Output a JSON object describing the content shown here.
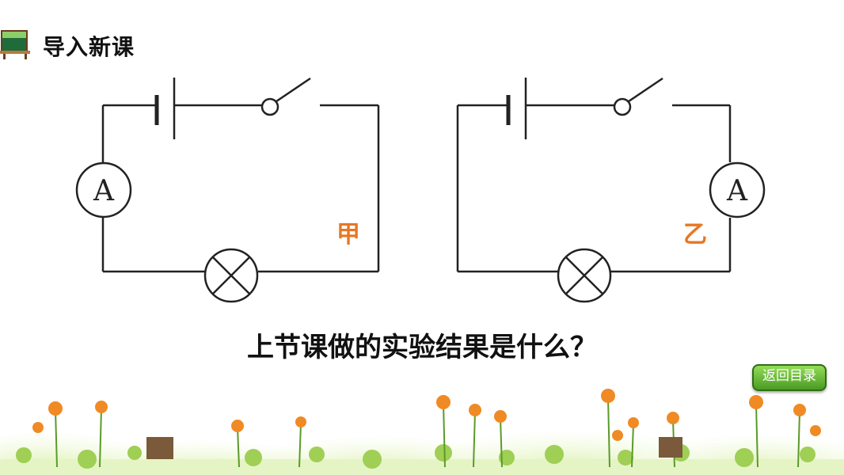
{
  "header": {
    "title": "导入新课"
  },
  "circuits": [
    {
      "id": "jia",
      "label": "甲",
      "ammeter_symbol": "A",
      "ammeter_position": "left"
    },
    {
      "id": "yi",
      "label": "乙",
      "ammeter_symbol": "A",
      "ammeter_position": "right"
    }
  ],
  "question": {
    "text": "上节课做的实验结果是什么？"
  },
  "navigation": {
    "back_label": "返回目录"
  },
  "colors": {
    "label": "#e87722",
    "wire": "#222222",
    "button": "#5aaa2e"
  },
  "icons": [
    "blackboard-icon",
    "flower-decoration"
  ]
}
